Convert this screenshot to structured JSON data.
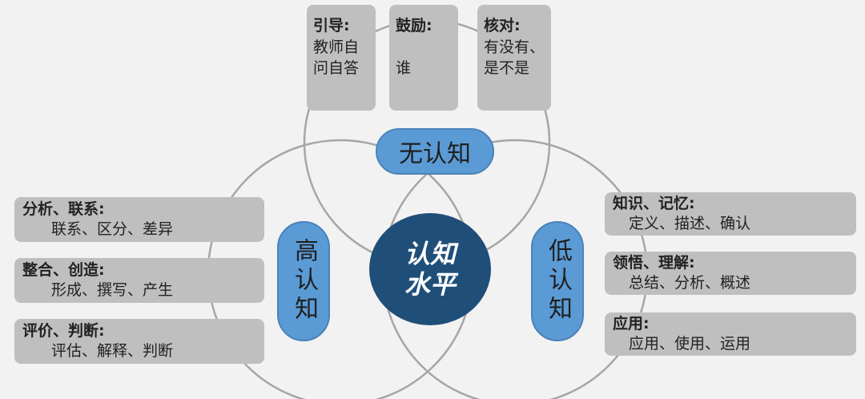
{
  "top_boxes": [
    {
      "head": "引导:",
      "body": "教师自问自答"
    },
    {
      "head": "鼓励:",
      "body": "谁"
    },
    {
      "head": "核对:",
      "body": "有没有、是不是"
    }
  ],
  "labels": {
    "top": "无认知",
    "left": "高认知",
    "right": "低认知",
    "center_line1": "认知",
    "center_line2": "水平"
  },
  "left_boxes": [
    {
      "head": "分析、联系:",
      "body": "联系、区分、差异"
    },
    {
      "head": "整合、创造:",
      "body": "形成、撰写、产生"
    },
    {
      "head": "评价、判断:",
      "body": "评估、解释、判断"
    }
  ],
  "right_boxes": [
    {
      "head": "知识、记忆:",
      "body": "定义、描述、确认"
    },
    {
      "head": "领悟、理解:",
      "body": "总结、分析、概述"
    },
    {
      "head": "应用:",
      "body": "应用、使用、运用"
    }
  ],
  "colors": {
    "box_gray": "#bfbfbf",
    "pill_blue": "#5b9bd5",
    "center_navy": "#1f4e79",
    "ring_gray": "#a6a6a6"
  }
}
